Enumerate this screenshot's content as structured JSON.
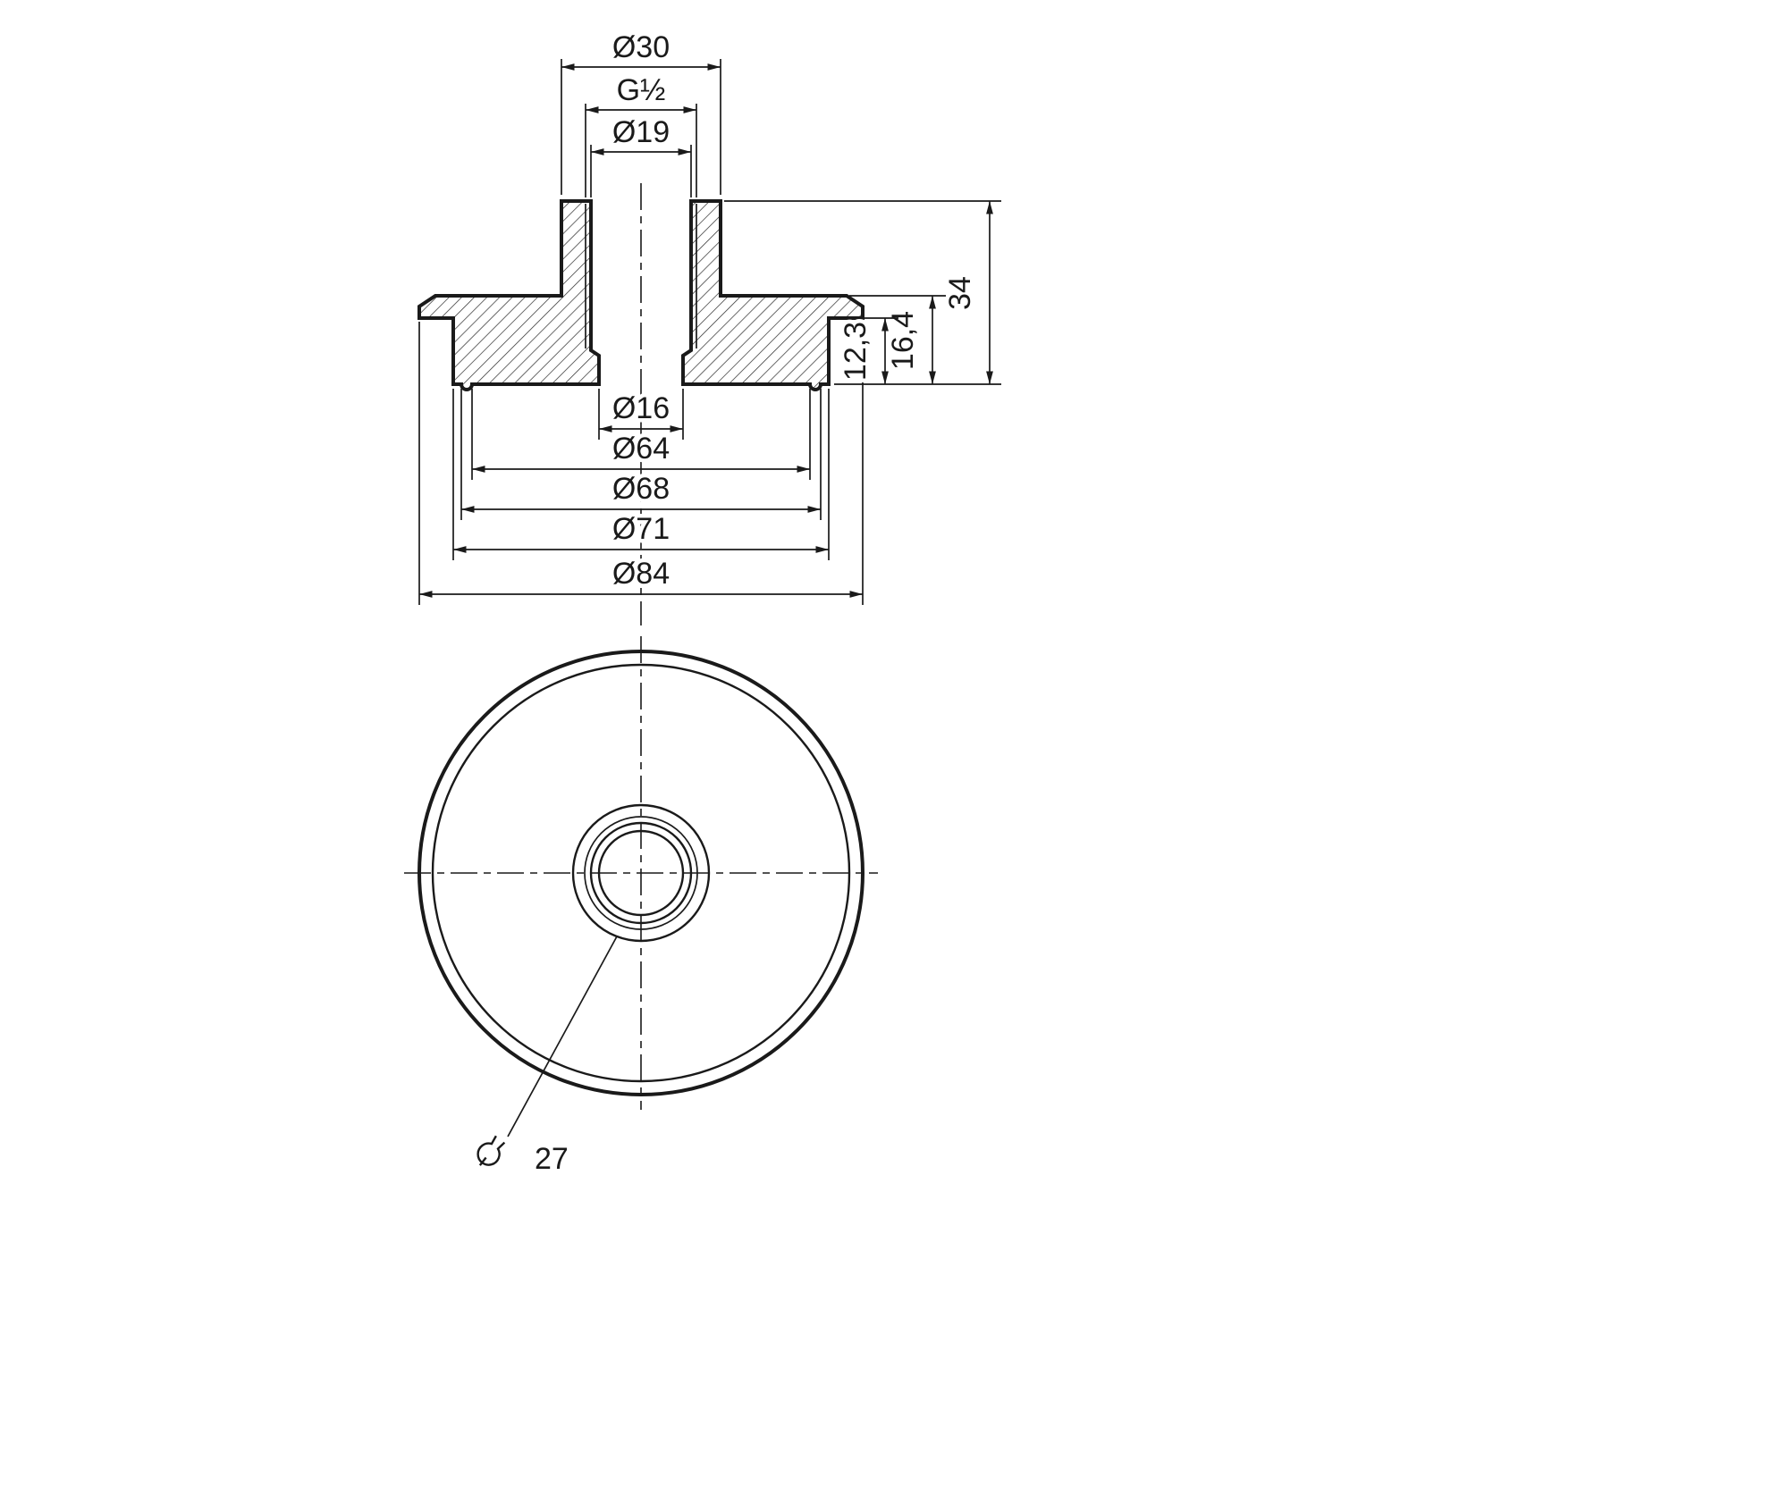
{
  "drawing": {
    "colors": {
      "line": "#1a1a1a",
      "background": "#ffffff"
    },
    "icons": {
      "wrench": "open-end-wrench"
    },
    "dims": {
      "dia30": "Ø30",
      "threadG12": "G½",
      "dia19": "Ø19",
      "dia16": "Ø16",
      "dia64": "Ø64",
      "dia68": "Ø68",
      "dia71": "Ø71",
      "dia84": "Ø84",
      "h34": "34",
      "h16_4": "16,4",
      "h12_3": "12,3",
      "wrench27": "27"
    }
  }
}
